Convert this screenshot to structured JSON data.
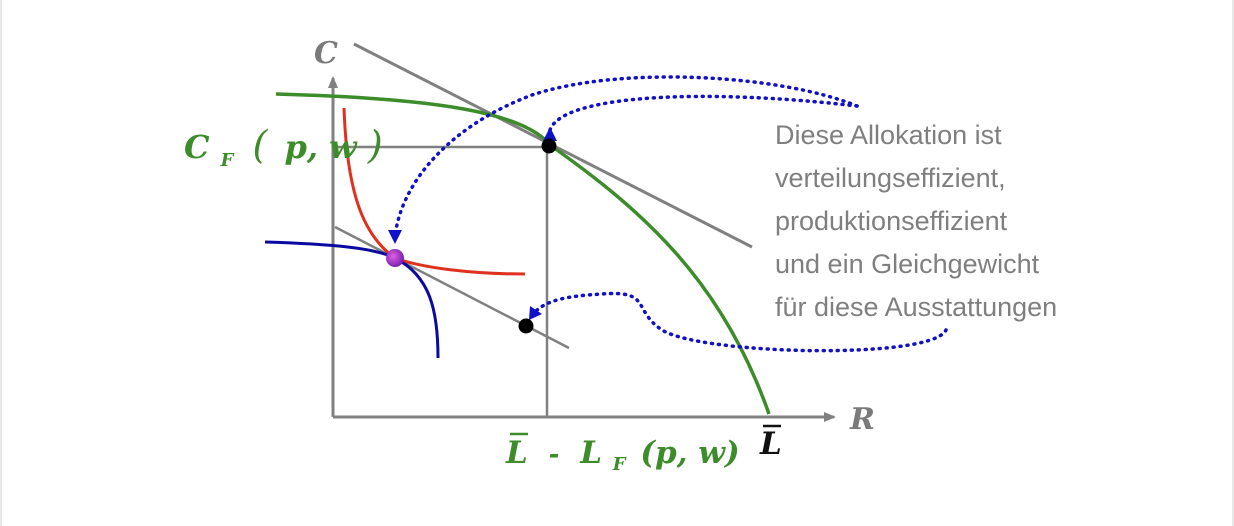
{
  "axes": {
    "y_label": "C",
    "x_label": "R"
  },
  "labels": {
    "cf_main": "C",
    "cf_sub": "F",
    "cf_open": "(",
    "cf_args": "p, w",
    "cf_close": ")",
    "lbar": "L",
    "lbar_minus": "-",
    "lf_main": "L",
    "lf_sub": "F",
    "lf_args": "(p, w)",
    "lbar_right": "L"
  },
  "note": {
    "lines": [
      "Diese Allokation ist",
      "verteilungseffizient,",
      "produktionseffizient",
      "und ein Gleichgewicht",
      "für diese Ausstattungen"
    ]
  },
  "colors": {
    "axis": "#808080",
    "ppf": "#3c8c2a",
    "indifference_red": "#e0301e",
    "indifference_blue": "#0a0aa0",
    "arrow": "#1010c8",
    "point_highlight": "#a030c0",
    "text": "#7f7f7f"
  }
}
